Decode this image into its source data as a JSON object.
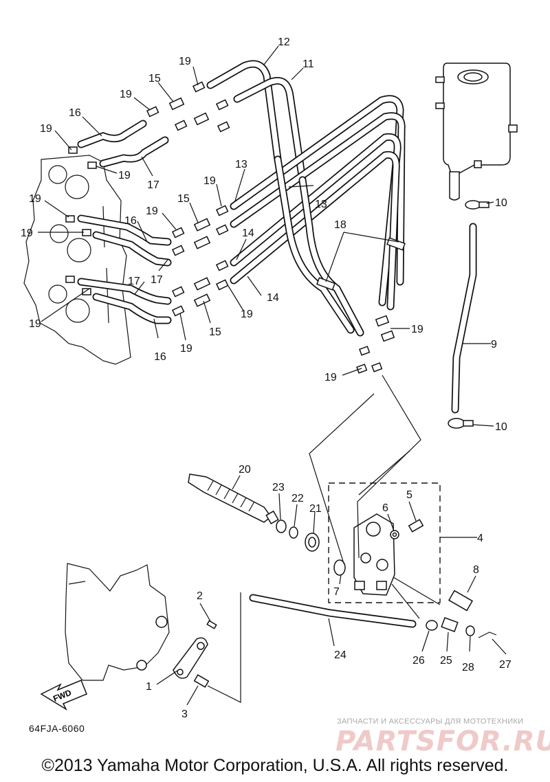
{
  "diagram_code": "64FJA-6060",
  "copyright": "©2013 Yamaha Motor Corporation, U.S.A. All rights reserved.",
  "watermark": {
    "tagline": "ЗАПЧАСТИ И АКСЕССУАРЫ ДЛЯ МОТОТЕХНИКИ",
    "logo": "PARTSFOR.RU"
  },
  "fwd_label": "FWD",
  "callouts": {
    "c1": "1",
    "c2": "2",
    "c3": "3",
    "c4": "4",
    "c5": "5",
    "c6": "6",
    "c7": "7",
    "c8": "8",
    "c9": "9",
    "c10": "10",
    "c11": "11",
    "c12": "12",
    "c13": "13",
    "c14": "14",
    "c15": "15",
    "c16": "16",
    "c17": "17",
    "c18": "18",
    "c19": "19",
    "c20": "20",
    "c21": "21",
    "c22": "22",
    "c23": "23",
    "c24": "24",
    "c25": "25",
    "c26": "26",
    "c27": "27",
    "c28": "28"
  }
}
